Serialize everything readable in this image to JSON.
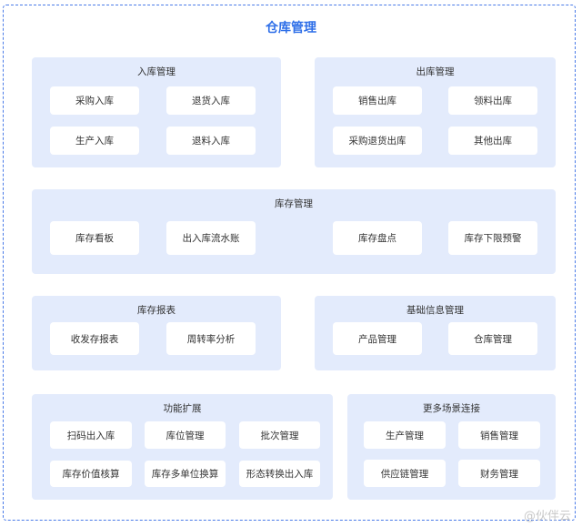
{
  "title": "仓库管理",
  "groups": [
    {
      "title": "入库管理",
      "items": [
        "采购入库",
        "退货入库",
        "生产入库",
        "退料入库"
      ]
    },
    {
      "title": "出库管理",
      "items": [
        "销售出库",
        "领料出库",
        "采购退货出库",
        "其他出库"
      ]
    },
    {
      "title": "库存管理",
      "items": [
        "库存看板",
        "出入库流水账",
        "库存盘点",
        "库存下限预警"
      ]
    },
    {
      "title": "库存报表",
      "items": [
        "收发存报表",
        "周转率分析"
      ]
    },
    {
      "title": "基础信息管理",
      "items": [
        "产品管理",
        "仓库管理"
      ]
    },
    {
      "title": "功能扩展",
      "items": [
        "扫码出入库",
        "库位管理",
        "批次管理",
        "库存价值核算",
        "库存多单位换算",
        "形态转换出入库"
      ]
    },
    {
      "title": "更多场景连接",
      "items": [
        "生产管理",
        "销售管理",
        "供应链管理",
        "财务管理"
      ]
    }
  ],
  "watermark": "@伙伴云"
}
